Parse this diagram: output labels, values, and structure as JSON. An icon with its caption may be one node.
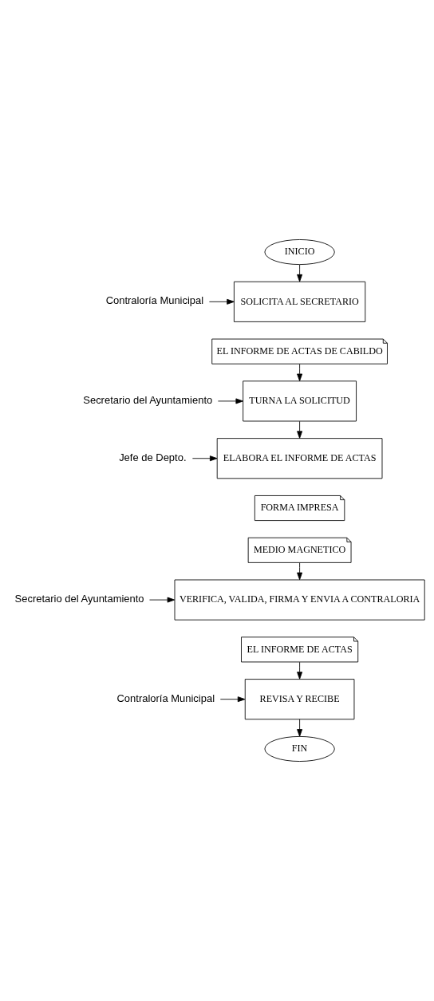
{
  "diagram": {
    "nodes": [
      {
        "text": [
          "INICIO"
        ]
      },
      {
        "text": [
          "Contraloría Municipal"
        ]
      },
      {
        "text": [
          "SOLICITA AL SECRETARIO"
        ]
      },
      {
        "text": [
          "EL INFORME DE ACTAS DE CABILDO"
        ]
      },
      {
        "text": [
          "Secretario del Ayuntamiento"
        ]
      },
      {
        "text": [
          "TURNA LA SOLICITUD"
        ]
      },
      {
        "text": [
          "Jefe de Depto."
        ]
      },
      {
        "text": [
          "ELABORA EL INFORME DE ACTAS"
        ]
      },
      {
        "text": [
          "FORMA IMPRESA"
        ]
      },
      {
        "text": [
          "MEDIO MAGNETICO"
        ]
      },
      {
        "text": [
          "Secretario del Ayuntamiento"
        ]
      },
      {
        "text": [
          "VERIFICA, VALIDA, FIRMA Y ENVIA A CONTRALORIA"
        ]
      },
      {
        "text": [
          "EL INFORME DE ACTAS"
        ]
      },
      {
        "text": [
          "Contraloría Municipal"
        ]
      },
      {
        "text": [
          "REVISA Y RECIBE"
        ]
      },
      {
        "text": [
          "FIN"
        ]
      }
    ],
    "edges": [
      {
        "from": 0,
        "to": 2,
        "arrow": "to"
      },
      {
        "from": 1,
        "to": 2,
        "arrow": "to"
      },
      {
        "from": 3,
        "to": 5,
        "arrow": "to"
      },
      {
        "from": 4,
        "to": 5,
        "arrow": "to"
      },
      {
        "from": 5,
        "to": 7,
        "arrow": "to"
      },
      {
        "from": 6,
        "to": 7,
        "arrow": "to"
      },
      {
        "from": 9,
        "to": 11,
        "arrow": "to"
      },
      {
        "from": 10,
        "to": 11,
        "arrow": "to"
      },
      {
        "from": 12,
        "to": 14,
        "arrow": "to"
      },
      {
        "from": 13,
        "to": 14,
        "arrow": "to"
      },
      {
        "from": 14,
        "to": 15,
        "arrow": "to"
      }
    ]
  }
}
